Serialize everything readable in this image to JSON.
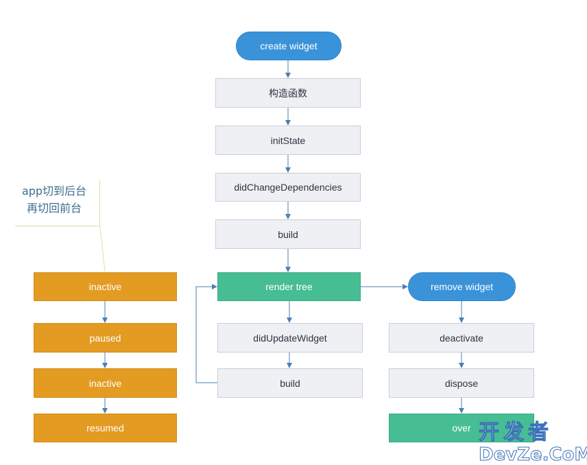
{
  "flow_main": {
    "create": "create widget",
    "constructor": "构造函数",
    "init_state": "initState",
    "did_change": "didChangeDependencies",
    "build1": "build",
    "render_tree": "render tree",
    "did_update": "didUpdateWidget",
    "build2": "build"
  },
  "flow_remove": {
    "remove": "remove widget",
    "deactivate": "deactivate",
    "dispose": "dispose",
    "over": "over"
  },
  "flow_app": {
    "note_line1": "app切到后台",
    "note_line2": "再切回前台",
    "inactive1": "inactive",
    "paused": "paused",
    "inactive2": "inactive",
    "resumed": "resumed"
  },
  "watermark": {
    "line1": "开发者",
    "line2": "DevZe.CoM"
  },
  "colors": {
    "pill": "#3a93d9",
    "gray_box": "#eef0f3",
    "orange_box": "#e39b22",
    "green_box": "#47bd93",
    "arrow": "#4a7fb5"
  }
}
